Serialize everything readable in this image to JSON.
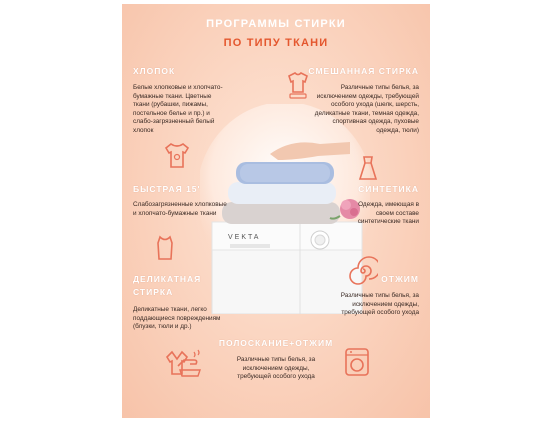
{
  "header": {
    "title": "ПРОГРАММЫ СТИРКИ",
    "subtitle": "ПО ТИПУ ТКАНИ"
  },
  "sections": {
    "cotton": {
      "title": "ХЛОПОК",
      "text": "Белые хлопковые и хлопчато-бумажные ткани. Цветные ткани (рубашки, пижамы, постельное белье и пр.) и слабо-загрязненный белый хлопок",
      "icon": "tshirt-icon"
    },
    "mixed": {
      "title": "СМЕШАННАЯ СТИРКА",
      "text": "Различные типы белья, за исключением одежды, требующей особого ухода (шелк, шерсть, деликатные ткани, темная одежда, спортивная одежда, пуховые одежда, тюли)",
      "icon": "shirt-stack-icon"
    },
    "quick": {
      "title": "БЫСТРАЯ 15'",
      "text": "Слабозагрязненные хлопковые и хлопчато-бумажные ткани",
      "icon": "sleeveless-top-icon"
    },
    "synthetic": {
      "title": "СИНТЕТИКА",
      "text": "Одежда, имеющая в своем составе синтетические ткани",
      "icon": "dress-icon"
    },
    "delicate": {
      "title_line1": "ДЕЛИКАТНАЯ",
      "title_line2": "СТИРКА",
      "text": "Деликатные ткани, легко поддающиеся повреждениям (блузки, тюли и др.)",
      "icon": "blouse-icon"
    },
    "spin": {
      "title": "ОТЖИМ",
      "text": "Различные типы белья, за исключением одежды, требующей особого ухода",
      "icon": "spin-spiral-icon"
    },
    "rinse_spin": {
      "title": "ПОЛОСКАНИЕ+ОТЖИМ",
      "text": "Различные типы белья, за исключением одежды, требующей особого ухода",
      "icon_left": "hand-wash-icon",
      "icon_right": "washing-machine-icon"
    }
  },
  "photo": {
    "brand": "VEKTA"
  },
  "colors": {
    "accent": "#e4572e",
    "icon": "#e8735a",
    "text": "#3a2a24",
    "background": "#fbd6c2"
  }
}
